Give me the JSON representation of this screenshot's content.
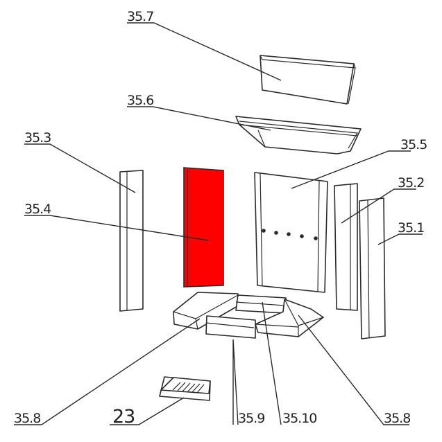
{
  "diagram": {
    "highlight_color": "#ff0000",
    "line_color": "#2a2a2a",
    "labels": {
      "p35_7": "35.7",
      "p35_6": "35.6",
      "p35_3": "35.3",
      "p35_5": "35.5",
      "p35_2": "35.2",
      "p35_4": "35.4",
      "p35_1": "35.1",
      "p35_8_left": "35.8",
      "p23": "23",
      "p35_9": "35.9",
      "p35_10": "35.10",
      "p35_8_right": "35.8"
    },
    "highlighted_part": "35.4"
  }
}
